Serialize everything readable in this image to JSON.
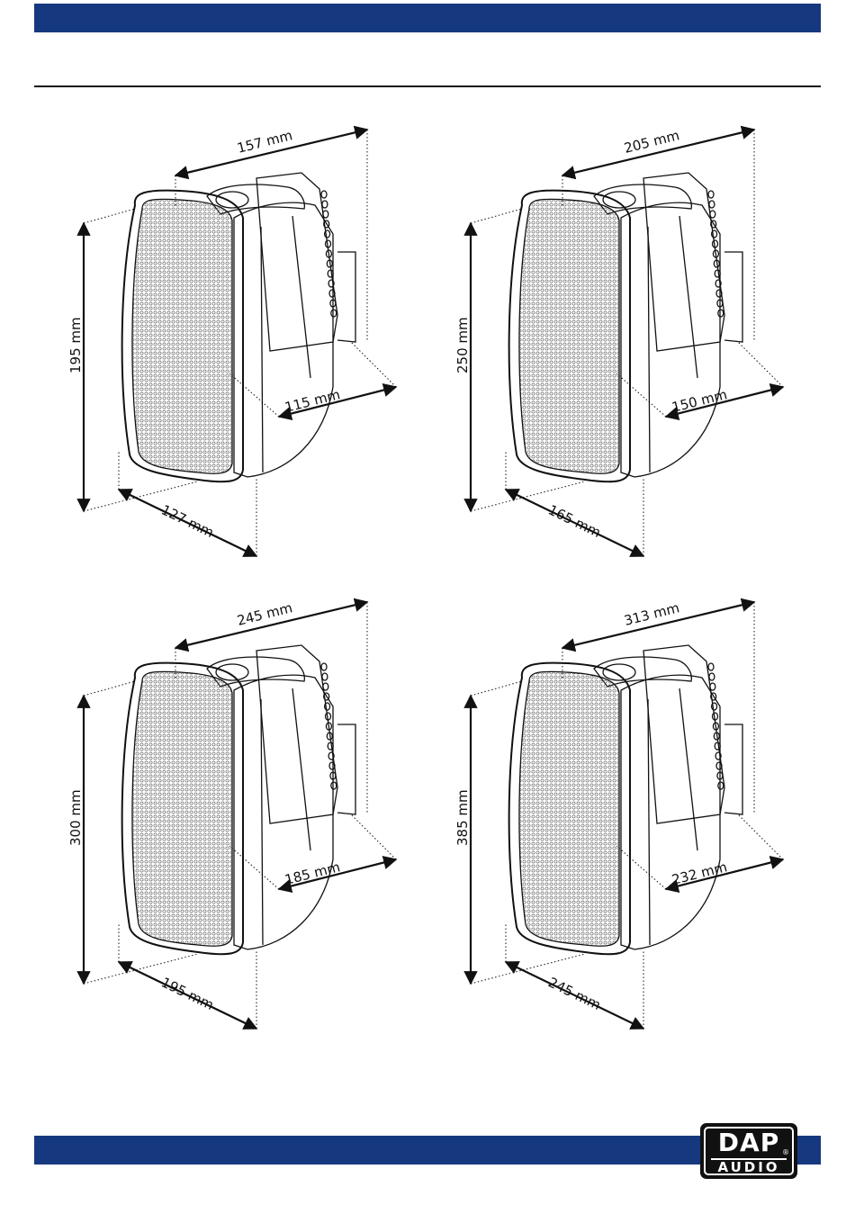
{
  "brand": {
    "logo_top": "DAP",
    "logo_bottom": "AUDIO",
    "logo_registered": "®"
  },
  "colors": {
    "band": "#16387f",
    "line": "#111111"
  },
  "diagrams": [
    {
      "width": "157 mm",
      "depth_top": "115 mm",
      "height": "195 mm",
      "depth_bottom": "127 mm"
    },
    {
      "width": "205 mm",
      "depth_top": "150 mm",
      "height": "250 mm",
      "depth_bottom": "165 mm"
    },
    {
      "width": "245 mm",
      "depth_top": "185 mm",
      "height": "300 mm",
      "depth_bottom": "195 mm"
    },
    {
      "width": "313 mm",
      "depth_top": "232 mm",
      "height": "385 mm",
      "depth_bottom": "245 mm"
    }
  ]
}
